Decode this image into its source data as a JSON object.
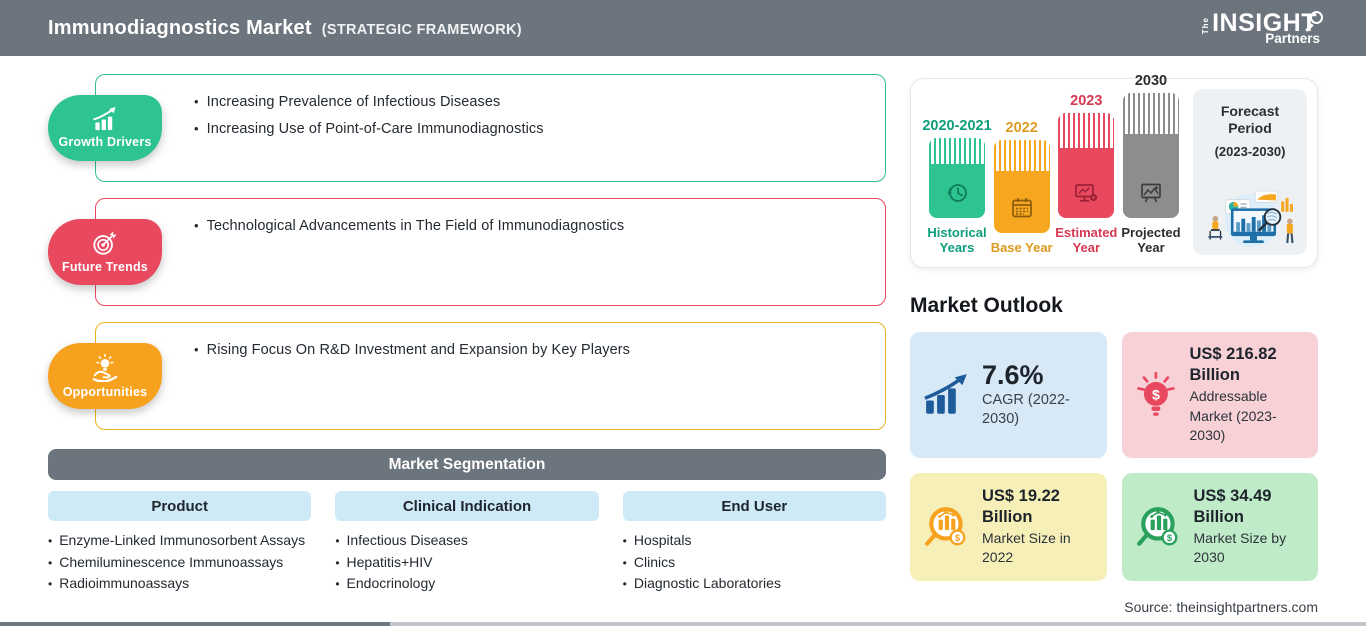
{
  "header": {
    "title": "Immunodiagnostics Market",
    "subtitle": "(STRATEGIC FRAMEWORK)",
    "logo": {
      "the": "The",
      "insight": "INSIGHT",
      "partners": "Partners"
    }
  },
  "framework": {
    "sections": [
      {
        "label": "Growth Drivers",
        "icon": "growth-chart-icon",
        "color": "#2ec48f",
        "bullets": [
          "Increasing Prevalence of Infectious Diseases",
          "Increasing Use of Point-of-Care Immunodiagnostics"
        ]
      },
      {
        "label": "Future Trends",
        "icon": "target-dart-icon",
        "color": "#e9495f",
        "bullets": [
          "Technological Advancements in The Field of Immunodiagnostics"
        ]
      },
      {
        "label": "Opportunities",
        "icon": "bulb-hand-icon",
        "color": "#f6a21e",
        "border_color": "#e9b51f",
        "bullets": [
          "Rising Focus On R&D Investment and Expansion by Key Players"
        ]
      }
    ]
  },
  "timeline": {
    "bars": [
      {
        "year": "2020-2021",
        "caption": "Historical Years",
        "color": "#2ec48f",
        "label_color": "#0f9e7b",
        "icon": "clock-history-icon"
      },
      {
        "year": "2022",
        "caption": "Base Year",
        "color": "#f6a71f",
        "label_color": "#dc9a1e",
        "icon": "calendar-icon"
      },
      {
        "year": "2023",
        "caption": "Estimated Year",
        "color": "#e9495f",
        "label_color": "#d63852",
        "icon": "estimate-chart-icon"
      },
      {
        "year": "2030",
        "caption": "Projected Year",
        "color": "#8d8d8d",
        "label_color": "#2b2e31",
        "icon": "projection-screen-icon"
      }
    ],
    "forecast_title": "Forecast Period",
    "forecast_range": "(2023-2030)"
  },
  "market_outlook": {
    "title": "Market Outlook",
    "cards": [
      {
        "value": "7.6%",
        "label": "CAGR (2022-2030)",
        "bg": "#d7e8f6",
        "icon": "growth-chart-icon"
      },
      {
        "value": "US$ 216.82 Billion",
        "label": "Addressable Market (2023-2030)",
        "bg": "#f7d1d6",
        "icon": "bulb-dollar-icon"
      },
      {
        "value": "US$ 19.22 Billion",
        "label": "Market Size in 2022",
        "bg": "#f6f0b8",
        "icon": "magnifier-chart-icon"
      },
      {
        "value": "US$ 34.49 Billion",
        "label": "Market Size by 2030",
        "bg": "#c0ebc8",
        "icon": "magnifier-chart-icon"
      }
    ]
  },
  "segmentation": {
    "title": "Market Segmentation",
    "columns": [
      {
        "header": "Product",
        "items": [
          "Enzyme-Linked Immunosorbent Assays",
          "Chemiluminescence Immunoassays",
          "Radioimmunoassays"
        ]
      },
      {
        "header": "Clinical Indication",
        "items": [
          "Infectious Diseases",
          "Hepatitis+HIV",
          "Endocrinology"
        ]
      },
      {
        "header": "End User",
        "items": [
          "Hospitals",
          "Clinics",
          "Diagnostic Laboratories"
        ]
      }
    ]
  },
  "source": "Source: theinsightpartners.com"
}
